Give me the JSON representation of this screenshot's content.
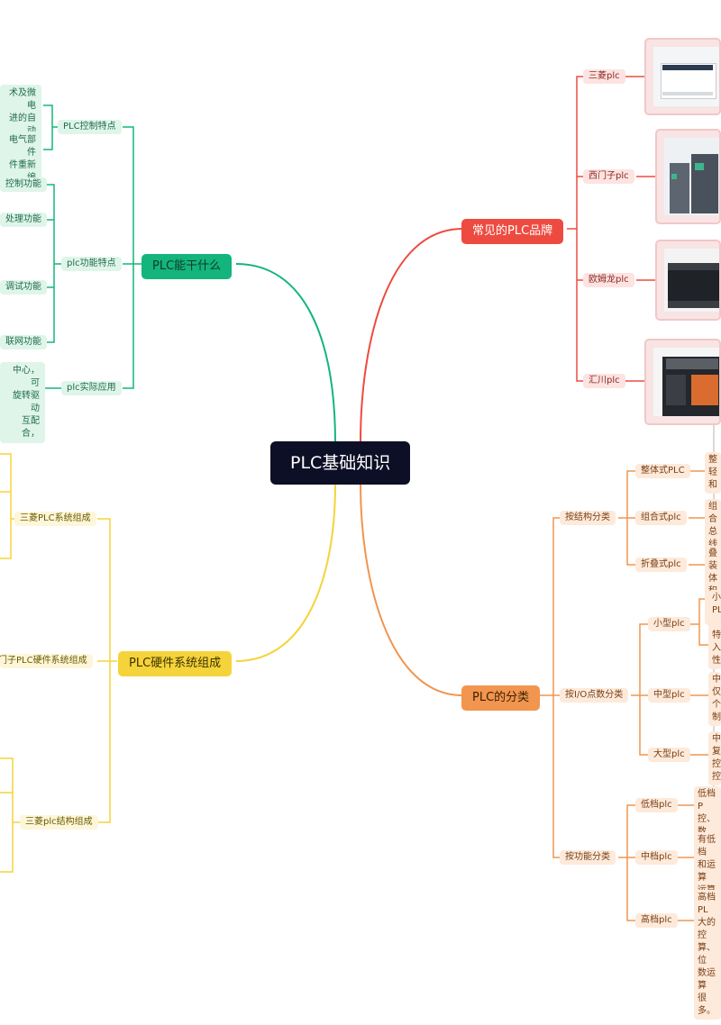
{
  "root": "PLC基础知识",
  "branches": {
    "what": {
      "label": "PLC能干什么",
      "groups": [
        {
          "label": "PLC控制特点",
          "leaves": [
            "术及微电\n进的自动",
            "电气部件\n件重新编"
          ]
        },
        {
          "label": "plc功能特点",
          "leaves": [
            "控制功能",
            "处理功能",
            "调试功能",
            "联网功能"
          ]
        },
        {
          "label": "plc实际应用",
          "leaves": [
            "中心，可\n旋转驱动\n互配合，"
          ]
        }
      ]
    },
    "brands": {
      "label": "常见的PLC品牌",
      "items": [
        {
          "label": "三菱plc",
          "image": "mitsubishi-plc-photo"
        },
        {
          "label": "西门子plc",
          "image": "siemens-plc-photo"
        },
        {
          "label": "欧姆龙plc",
          "image": "omron-plc-photo"
        },
        {
          "label": "汇川plc",
          "image": "inovance-plc-photo"
        }
      ]
    },
    "hardware": {
      "label": "PLC硬件系统组成",
      "groups": [
        {
          "label": "三菱PLC系统组成"
        },
        {
          "label": "西门子PLC硬件系统组成"
        },
        {
          "label": "三菱plc结构组成"
        }
      ]
    },
    "classify": {
      "label": "PLC的分类",
      "groups": [
        {
          "label": "按结构分类",
          "items": [
            {
              "label": "整体式PLC",
              "leaf": "整\n轻\n和"
            },
            {
              "label": "组合式plc",
              "leaf": "组合\n总线\n安装"
            },
            {
              "label": "折叠式plc",
              "leaf": "叠装\n体积\n的PLC"
            }
          ]
        },
        {
          "label": "按I/O点数分类",
          "items": [
            {
              "label": "小型plc",
              "leaf": "小\nPL\n\n特\n入\n性"
            },
            {
              "label": "中型plc",
              "leaf": "中\n仅\n个\n制"
            },
            {
              "label": "大型plc",
              "leaf": "中\n复\n控\n控"
            }
          ]
        },
        {
          "label": "按功能分类",
          "items": [
            {
              "label": "低档plc",
              "leaf": "低档P\n控、数\n能。一"
            },
            {
              "label": "中档plc",
              "leaf": "有低档\n和运算\n运算及\n带动数"
            },
            {
              "label": "高档plc",
              "leaf": "高档PL\n大的控\n算、位\n数运算\n很多。"
            }
          ]
        }
      ]
    }
  },
  "colors": {
    "green": "#13b57c",
    "red": "#ee4b40",
    "yellow": "#f5d33a",
    "orange": "#f1954f",
    "root": "#0d0f26"
  }
}
